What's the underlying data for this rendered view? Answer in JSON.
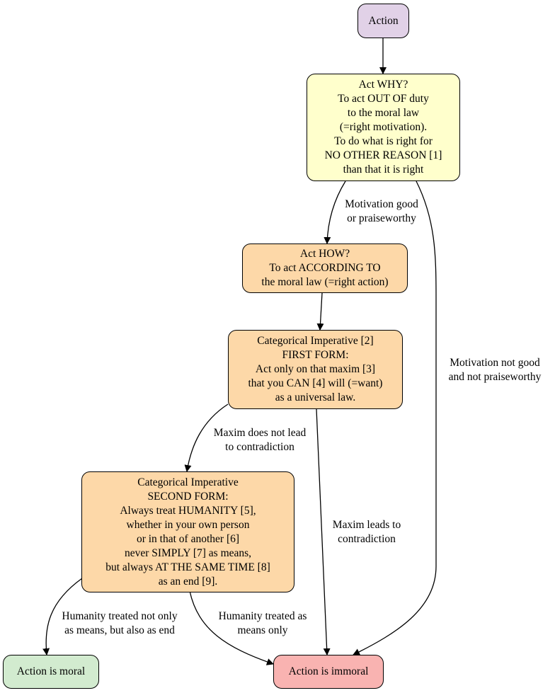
{
  "nodes": {
    "action": {
      "lines": [
        "Action"
      ],
      "color": "#e1d1e7"
    },
    "why": {
      "lines": [
        "Act WHY?",
        "To act OUT OF duty",
        "to the moral law",
        "(=right motivation).",
        "To do what is right for",
        "NO OTHER REASON [1]",
        "than that it is right"
      ],
      "color": "#ffffcc"
    },
    "how": {
      "lines": [
        "Act HOW?",
        "To act ACCORDING TO",
        "the moral law (=right action)"
      ],
      "color": "#fdd8a8"
    },
    "ci1": {
      "lines": [
        "Categorical Imperative [2]",
        "FIRST FORM:",
        "Act only on that maxim [3]",
        "that you CAN [4] will (=want)",
        "as a universal law."
      ],
      "color": "#fdd8a8"
    },
    "ci2": {
      "lines": [
        "Categorical Imperative",
        "SECOND FORM:",
        "Always treat HUMANITY [5],",
        "whether in your own person",
        "or in that of another [6]",
        "never SIMPLY [7] as means,",
        "but always AT THE SAME TIME [8]",
        "as an end [9]."
      ],
      "color": "#fdd8a8"
    },
    "moral": {
      "lines": [
        "Action is moral"
      ],
      "color": "#d2ebcf"
    },
    "immoral": {
      "lines": [
        "Action is immoral"
      ],
      "color": "#f9b3b1"
    }
  },
  "edge_labels": {
    "motivation_good": [
      "Motivation good",
      "or praiseworthy"
    ],
    "motivation_not_good": [
      "Motivation not good",
      "and not praiseworthy"
    ],
    "maxim_no_contradiction": [
      "Maxim does not lead",
      "to contradiction"
    ],
    "maxim_contradiction": [
      "Maxim leads to",
      "contradiction"
    ],
    "humanity_end": [
      "Humanity treated not only",
      "as means, but also as end"
    ],
    "humanity_means": [
      "Humanity treated as",
      "means only"
    ]
  }
}
